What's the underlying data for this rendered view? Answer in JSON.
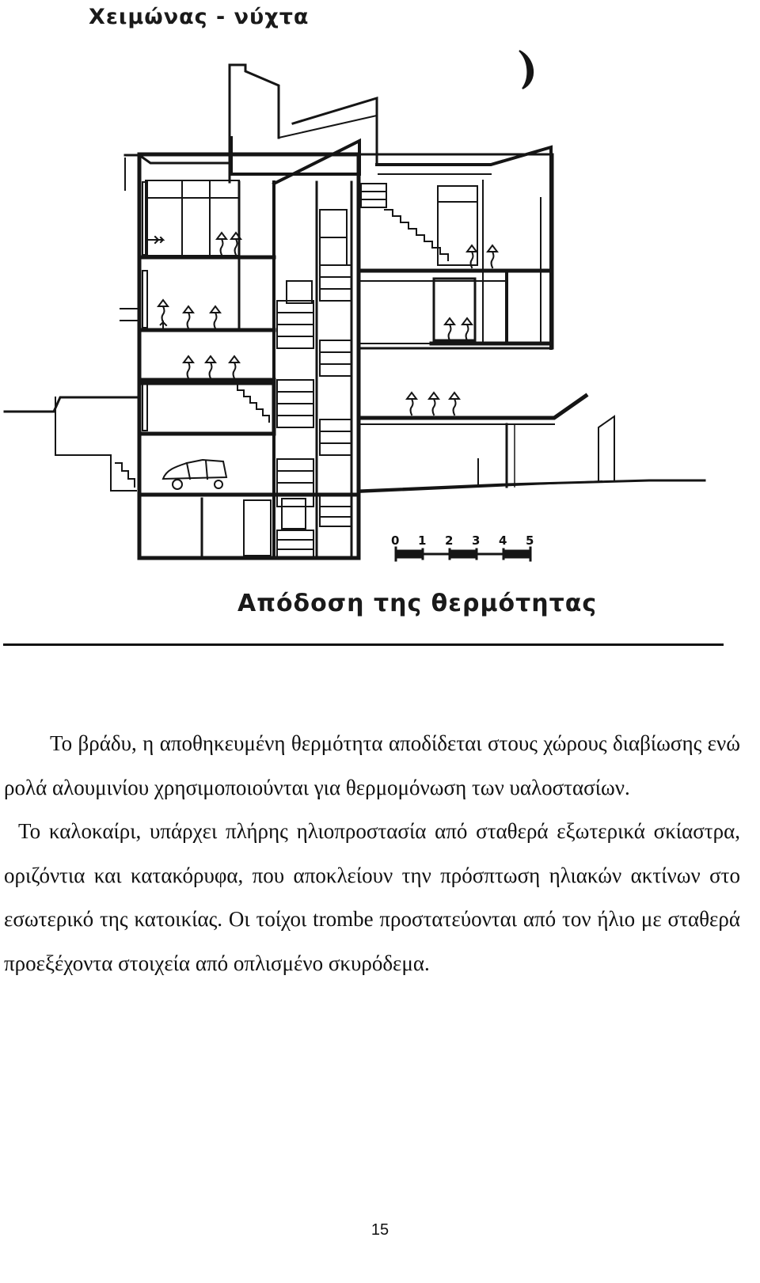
{
  "figure": {
    "title": "Χειμώνας - νύχτα",
    "caption": "Απόδοση της θερμότητας",
    "scale_labels": [
      "0",
      "1",
      "2",
      "3",
      "4",
      "5"
    ],
    "icons": [
      "moon-icon",
      "car-icon",
      "heat-arrow-icon",
      "staircase"
    ]
  },
  "body": {
    "paragraph_1": "Το βράδυ, η αποθηκευμένη θερμότητα αποδίδεται στους χώρους διαβίωσης ενώ ρολά αλουμινίου χρησιμοποιούνται για θερμομόνωση των υαλοστασίων.",
    "paragraph_2": "Το καλοκαίρι, υπάρχει πλήρης ηλιοπροστασία από σταθερά εξωτερικά σκίαστρα, οριζόντια και κατακόρυφα, που αποκλείουν την πρόσπτωση ηλιακών ακτίνων στο εσωτερικό της κατοικίας. Οι τοίχοι trombe προστατεύονται από τον ήλιο με σταθερά προεξέχοντα στοιχεία από οπλισμένο σκυρόδεμα."
  },
  "page_number": "15"
}
